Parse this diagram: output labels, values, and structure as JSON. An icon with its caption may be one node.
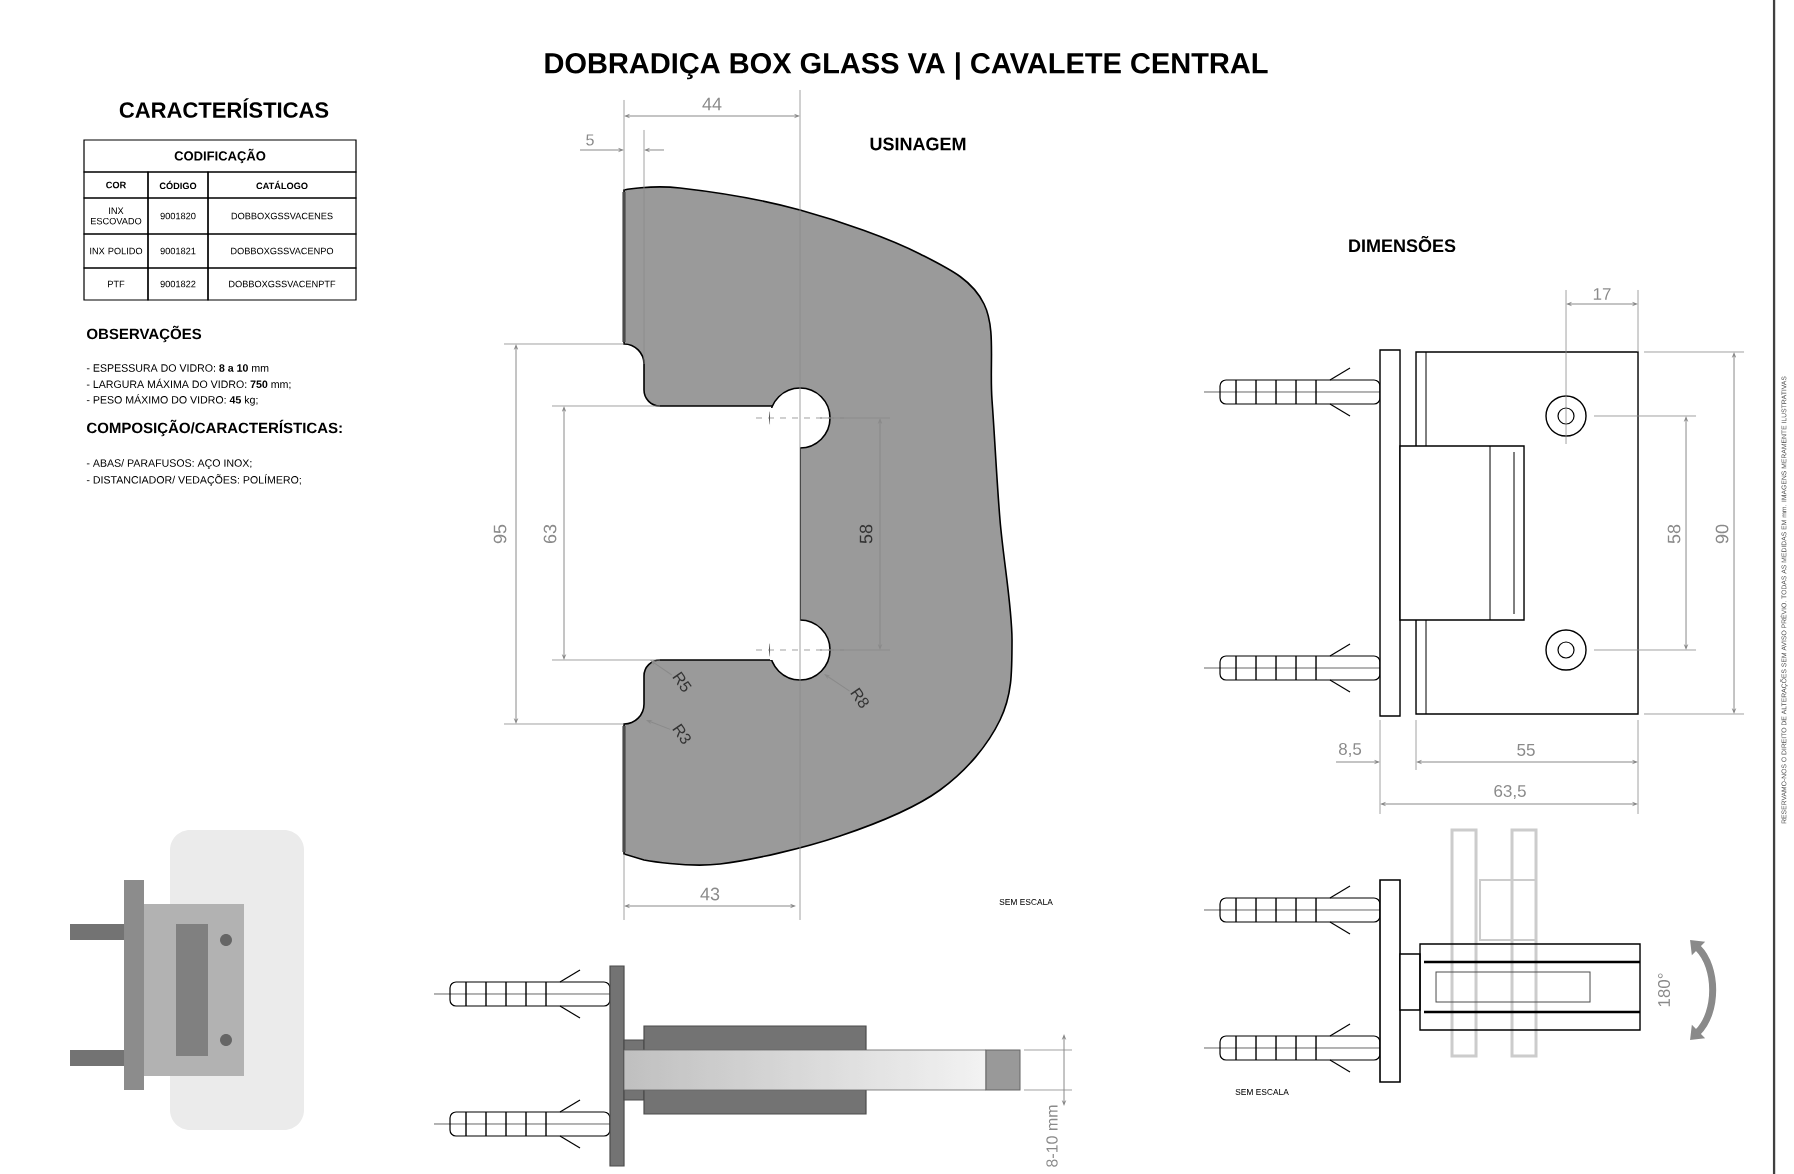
{
  "diagram": {
    "title": "DOBRADIÇA BOX GLASS VA | CAVALETE CENTRAL",
    "labels": [
      "CARACTERÍSTICAS",
      "CODIFICAÇÃO",
      "COR",
      "CÓDIGO",
      "CATÁLOGO",
      "INX ESCOVADO",
      "9001820",
      "DOBBOXGSSVACENES",
      "INX POLIDO",
      "9001821",
      "DOBBOXGSSVACENPO",
      "PTF",
      "9001822",
      "DOBBOXGSSVACENPTF",
      "OBSERVAÇÕES",
      "- ESPESSURA DO VIDRO: **8 a 10** mm",
      "- LARGURA MÁXIMA DO VIDRO: **750** mm;",
      "- PESO MÁXIMO DO VIDRO: **45** kg;",
      "COMPOSIÇÃO/CARACTERÍSTICAS:",
      "- ABAS/ PARAFUSOS: AÇO INOX;",
      "- DISTANCIADOR/ VEDAÇÕES: POLÍMERO;",
      "44",
      "5",
      "USINAGEM",
      "95",
      "63",
      "58",
      "43",
      "SEM ESCALA",
      "DIMENSÕES",
      "17",
      "58",
      "90",
      "8,5",
      "55",
      "63,5",
      "RESERVAMO-NOS O DIREITO DE ALTERAÇÕES SEM AVISO PRÉVIO. TODAS AS MEDIDAS EM mm. IMAGENS MERAMENTE ILUSTRATIVAS",
      "180°",
      "SEM ESCALA",
      "8-10 mm"
    ],
    "nodes": [
      {
        "text": [
          "R5"
        ]
      },
      {
        "text": [
          "R3"
        ]
      },
      {
        "text": [
          "R8"
        ]
      }
    ],
    "edges": [
      {
        "from": 0,
        "to": null,
        "arrow": "to"
      },
      {
        "from": 1,
        "to": null,
        "arrow": "to"
      },
      {
        "from": 2,
        "to": null,
        "arrow": "to"
      }
    ]
  }
}
